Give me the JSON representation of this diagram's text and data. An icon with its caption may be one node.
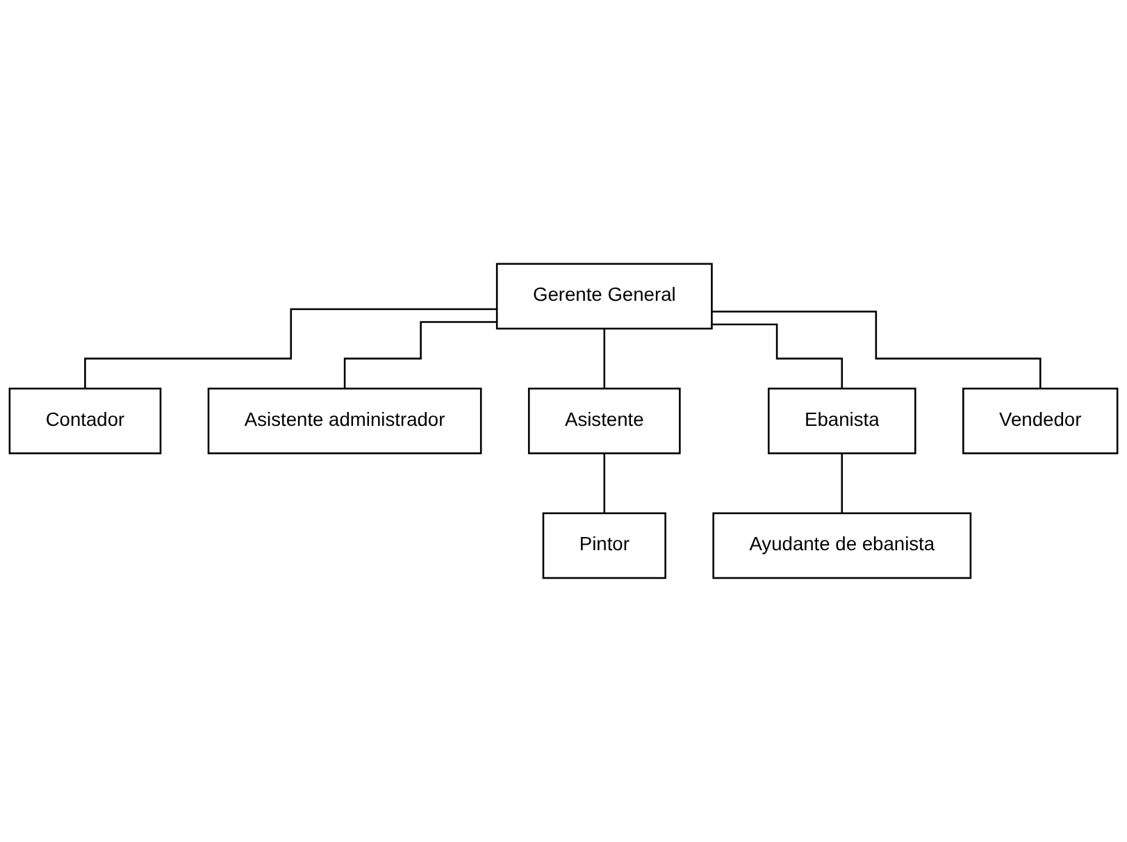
{
  "diagram": {
    "nodes": [
      {
        "text": [
          "Gerente General"
        ]
      },
      {
        "text": [
          "Contador"
        ]
      },
      {
        "text": [
          "Asistente administrador"
        ]
      },
      {
        "text": [
          "Asistente"
        ]
      },
      {
        "text": [
          "Ebanista"
        ]
      },
      {
        "text": [
          "Vendedor"
        ]
      },
      {
        "text": [
          "Pintor"
        ]
      },
      {
        "text": [
          "Ayudante de ebanista"
        ]
      }
    ],
    "edges": [
      {
        "from": 0,
        "to": 1,
        "arrow": "none"
      },
      {
        "from": 0,
        "to": 2,
        "arrow": "none"
      },
      {
        "from": 0,
        "to": 3,
        "arrow": "none"
      },
      {
        "from": 0,
        "to": 4,
        "arrow": "none"
      },
      {
        "from": 0,
        "to": 5,
        "arrow": "none"
      },
      {
        "from": 3,
        "to": 6,
        "arrow": "none"
      },
      {
        "from": 4,
        "to": 7,
        "arrow": "none"
      }
    ]
  }
}
